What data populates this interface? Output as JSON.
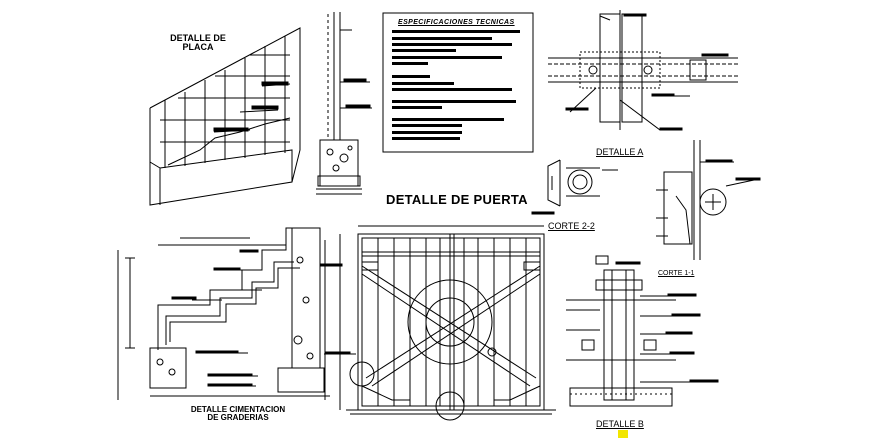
{
  "titles": {
    "detalle_placa": "DETALLE DE\nPLACA",
    "especificaciones": "ESPECIFICACIONES TECNICAS",
    "detalle_puerta": "DETALLE DE PUERTA",
    "detalle_a": "DETALLE  A",
    "corte_2_2": "CORTE 2-2",
    "corte_1_1": "CORTE 1-1",
    "detalle_b": "DETALLE  B",
    "detalle_cimentacion": "DETALLE CIMENTACION\nDE GRADERIAS"
  },
  "colors": {
    "line": "#000000",
    "highlight": "#f2e600",
    "background": "#ffffff"
  }
}
